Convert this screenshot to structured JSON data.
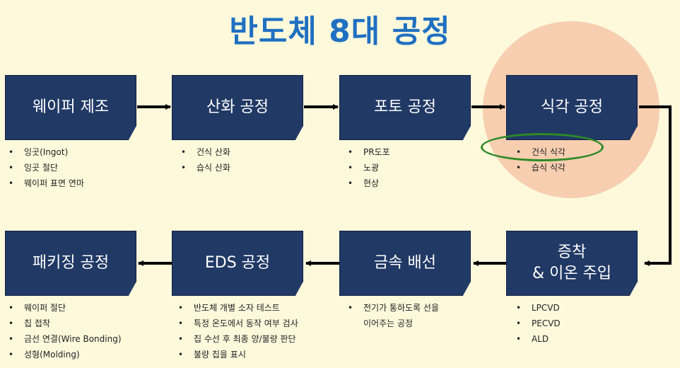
{
  "title": "반도체 8대 공정",
  "steps": [
    {
      "lines": [
        "웨이퍼 제조"
      ],
      "bullets": [
        "잉곳(Ingot)",
        "잉곳 절단",
        "웨이퍼 표면 연마"
      ]
    },
    {
      "lines": [
        "산화 공정"
      ],
      "bullets": [
        "건식 산화",
        "습식 산화"
      ]
    },
    {
      "lines": [
        "포토 공정"
      ],
      "bullets": [
        "PR도포",
        "노광",
        "현상"
      ]
    },
    {
      "lines": [
        "식각 공정"
      ],
      "bullets": [
        "건식 식각",
        "습식 식각"
      ]
    },
    {
      "lines": [
        "증착",
        "& 이온 주입"
      ],
      "bullets": [
        "LPCVD",
        "PECVD",
        "ALD"
      ]
    },
    {
      "lines": [
        "금속 배선"
      ],
      "bullets": [
        "전기가 통하도록 선을"
      ],
      "continuation": "이어주는 공정"
    },
    {
      "lines": [
        "EDS 공정"
      ],
      "bullets": [
        "반도체 개별 소자 테스트",
        "특정 온도에서 동작 여부 검사",
        "칩 수선 후 최종 양/불량 판단",
        "불량 칩을 표시"
      ]
    },
    {
      "lines": [
        "패키징 공정"
      ],
      "bullets": [
        "웨이퍼 절단",
        "칩 접착",
        "금선 연결(Wire Bonding)",
        "성형(Molding)"
      ]
    }
  ],
  "colors": {
    "background": "#fff9dc",
    "title": "#1f70c1",
    "box": "#213965",
    "highlight": "#f6c7a8",
    "ring": "#2e8a26",
    "arrow": "#000000"
  }
}
